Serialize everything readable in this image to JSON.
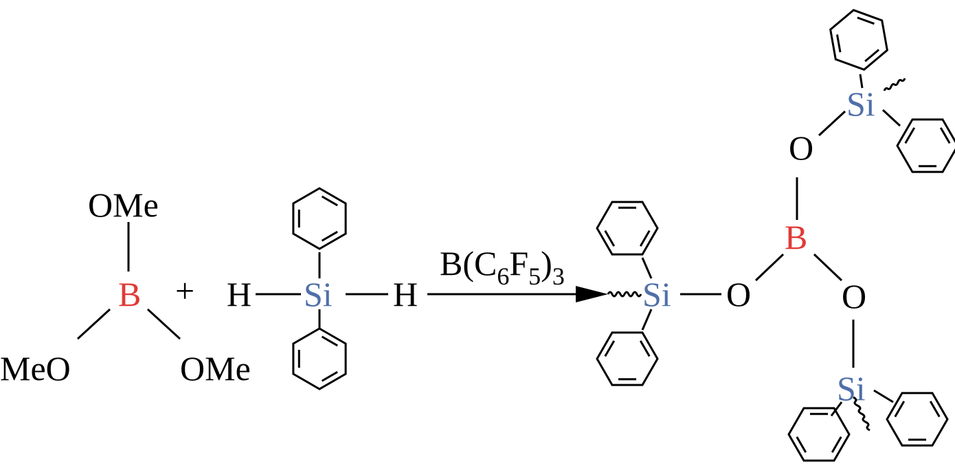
{
  "reaction": {
    "reactant1": {
      "top": "OMe",
      "center": "B",
      "left": "MeO",
      "right": "OMe"
    },
    "plus": "+",
    "reactant2": {
      "left": "H",
      "center": "Si",
      "right": "H"
    },
    "catalyst": {
      "main1": "B(C",
      "sub1": "6",
      "main2": "F",
      "sub2": "5",
      "main3": ")",
      "sub3": "3"
    },
    "product": {
      "si_left": "Si",
      "o_left": "O",
      "b": "B",
      "o_top": "O",
      "si_top": "Si",
      "o_right": "O",
      "si_bottom": "Si"
    }
  },
  "colors": {
    "boron": "#e03a36",
    "silicon": "#4f6fa8"
  }
}
